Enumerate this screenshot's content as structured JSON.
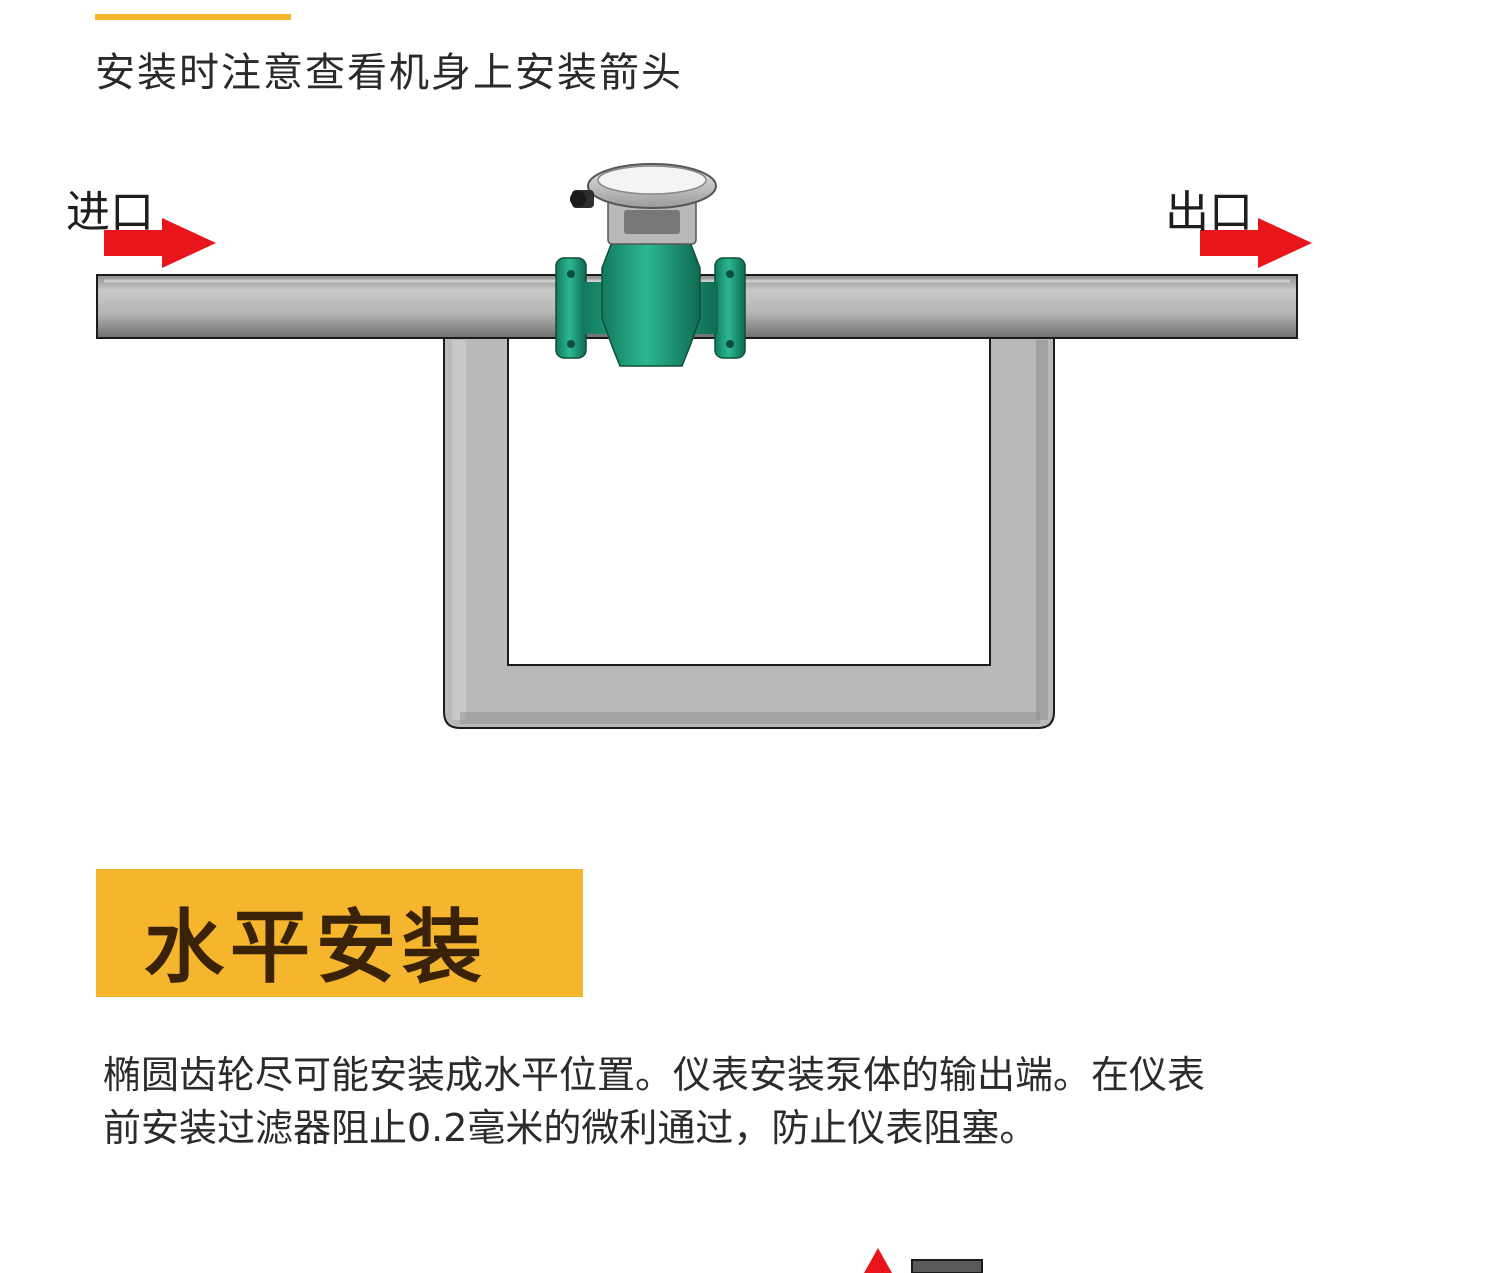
{
  "header": {
    "install_note": "安装时注意查看机身上安装箭头"
  },
  "diagram": {
    "inlet_label": "进口",
    "outlet_label": "出口"
  },
  "section": {
    "title": "水平安装"
  },
  "description": {
    "line1": "椭圆齿轮尽可能安装成水平位置。仪表安装泵体的输出端。在仪表",
    "line2": "前安装过滤器阻止0.2毫米的微利通过，防止仪表阻塞。"
  },
  "colors": {
    "accent": "#f5b52c",
    "arrow": "#e8161b",
    "pipe": "#b8b8b8",
    "meter": "#1e9a7a"
  }
}
